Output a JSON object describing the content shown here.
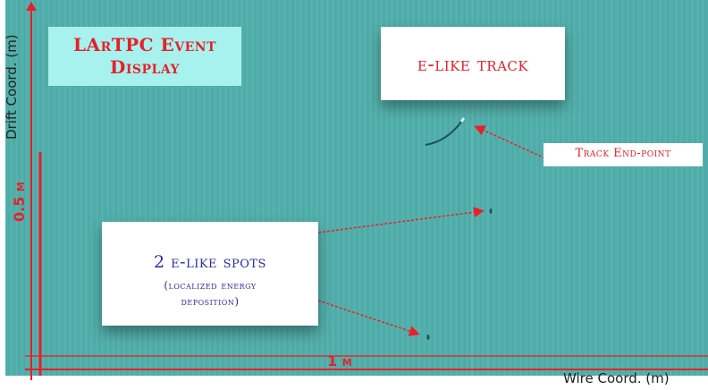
{
  "title": "LArTPC Event Display",
  "axes": {
    "x_label": "Wire Coord. (m)",
    "y_label": "Drift Coord. (m)"
  },
  "scale": {
    "x_label": "1 m",
    "y_label": "0.5 m"
  },
  "callouts": {
    "track": "e-like track",
    "endpoint": "Track End-point",
    "spots_line1": "2 e-like spots",
    "spots_line2": "(localized energy deposition)"
  },
  "colors": {
    "background": "#52aeaa",
    "annotation": "#e8202a",
    "title_box": "#a7f2ee",
    "spots_text": "#2a2ab0"
  }
}
